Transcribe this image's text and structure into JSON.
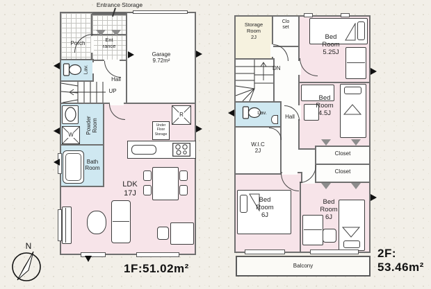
{
  "meta": {
    "floor1_area_label": "1F:51.02m²",
    "floor2_area_label": "2F:\n53.46m²",
    "compass_north": "N"
  },
  "floor1": {
    "callout_entrance_storage": "Entrance Storage",
    "porch": "Porch",
    "entrance": "Ent\nrance",
    "garage": "Garage\n9.72m²",
    "lav": "Lav.",
    "hall": "Hall",
    "up": "UP",
    "powder_room": "Powder\nRoom",
    "bath_room": "Bath\nRoom",
    "ldk": "LDK\n17J",
    "fridge_mark": "R",
    "washer_mark": "W",
    "under_floor_storage": "Under\nFloor\nStorage"
  },
  "floor2": {
    "storage_room": "Storage\nRoom\n2J",
    "closet_top": "Clo\nset",
    "bedroom_525": "Bed\nRoom\n5.25J",
    "down": "DN",
    "lav": "Lav.",
    "hall": "Hall",
    "wic": "W.I.C\n2J",
    "bedroom_45": "Bed\nRoom\n4.5J",
    "closet_a": "Closet",
    "closet_b": "Closet",
    "bedroom_6_left": "Bed\nRoom\n6J",
    "bedroom_6_right": "Bed\nRoom\n6J",
    "balcony": "Balcony"
  },
  "colors": {
    "background": "#f2efe8",
    "wall": "#6f6f6f",
    "room_pink": "#f7e4e9",
    "room_blue": "#cfe8f1",
    "room_cream": "#f6f2df",
    "line": "#444444"
  },
  "icons": [
    "compass-icon",
    "toilet-icon",
    "bathtub-icon",
    "sink-icon",
    "stove-icon",
    "washer-icon",
    "fridge-mark-icon",
    "bed-icon",
    "desk-icon",
    "chair-icon",
    "sofa-icon",
    "table-icon",
    "tv-board-icon",
    "stairs-icon",
    "door-arc-icon",
    "vent-triangle-icon",
    "closet-fold-icon"
  ]
}
